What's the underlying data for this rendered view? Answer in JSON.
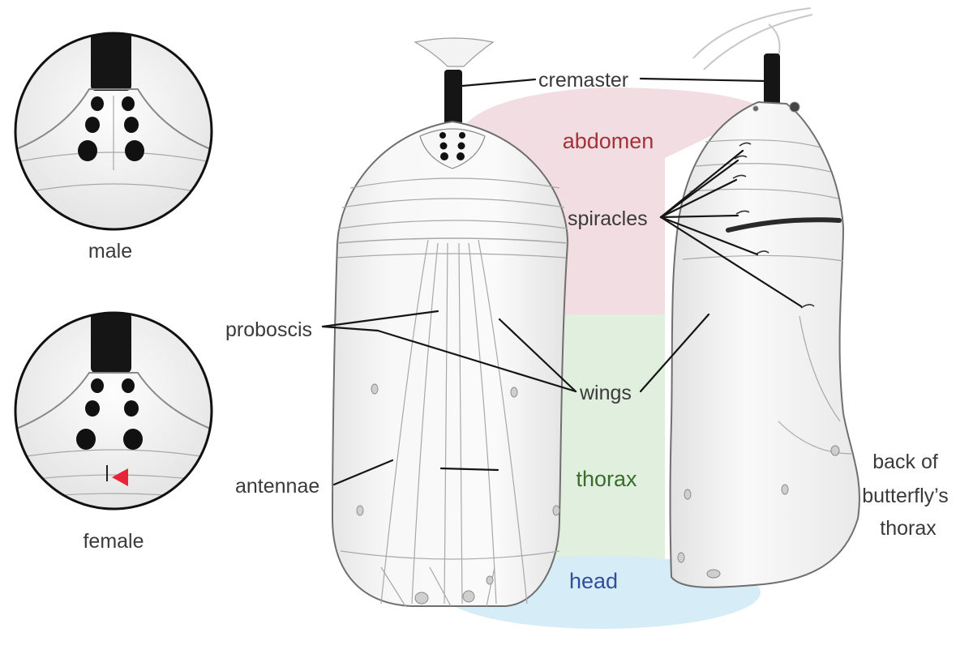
{
  "labels": {
    "cremaster": "cremaster",
    "spiracles": "spiracles",
    "proboscis": "proboscis",
    "wings": "wings",
    "antennae": "antennae",
    "back_of_thorax": [
      "back of",
      "butterfly’s",
      "thorax"
    ]
  },
  "regions": {
    "abdomen": "abdomen",
    "thorax": "thorax",
    "head": "head"
  },
  "insets": {
    "male": "male",
    "female": "female"
  },
  "colors": {
    "abdomen_fill": "#f1dde2",
    "thorax_fill": "#e1efde",
    "head_fill": "#d6ecf6",
    "abdomen_text": "#a4323a",
    "thorax_text": "#3a6d2c",
    "head_text": "#2f4e9e",
    "female_marker": "#e8243a",
    "cremaster_stalk": "#151515"
  }
}
